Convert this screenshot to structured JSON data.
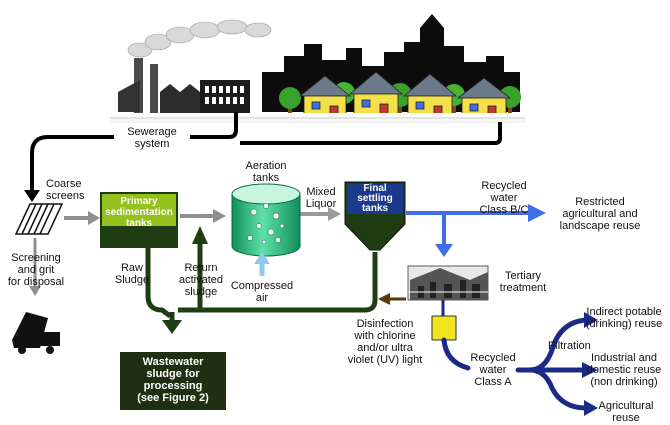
{
  "labels": {
    "sewerage_system": "Sewerage\nsystem",
    "coarse_screens": "Coarse\nscreens",
    "screening_grit": "Screening\nand grit\nfor disposal",
    "primary_tanks": "Primary\nsedimentation\ntanks",
    "raw_sludge": "Raw\nSludge",
    "return_sludge": "Return\nactivated\nsludge",
    "aeration_tanks": "Aeration\ntanks",
    "compressed_air": "Compressed\nair",
    "mixed_liquor": "Mixed\nLiquor",
    "final_settling": "Final\nsettling\ntanks",
    "recycled_bc": "Recycled\nwater\nClass B/C",
    "restricted_reuse": "Restricted\nagricultural and\nlandscape reuse",
    "tertiary": "Tertiary\ntreatment",
    "disinfection": "Disinfection\nwith chlorine\nand/or ultra\nviolet (UV) light",
    "recycled_a": "Recycled\nwater\nClass A",
    "filtration": "FIltration",
    "indirect_potable": "Indirect potable\n(drinking) reuse",
    "industrial_domestic": "Industrial and\ndomestic reuse\n(non drinking)",
    "agricultural": "Agricultural\nreuse",
    "wastewater_sludge": "Wastewater\nsludge for\nprocessing\n(see Figure 2)"
  },
  "colors": {
    "sewer_line": "#000000",
    "sludge_line": "#1f3d12",
    "clean_water": "#3f6ee8",
    "class_a": "#1b2a86",
    "gray_flow": "#9a9a9a",
    "primary_tank": "#95c11f",
    "aeration": "#2fc98c",
    "final_tank": "#1a3a8c",
    "disinfection_box": "#f2e51c",
    "sludge_box": "#1f3012"
  }
}
